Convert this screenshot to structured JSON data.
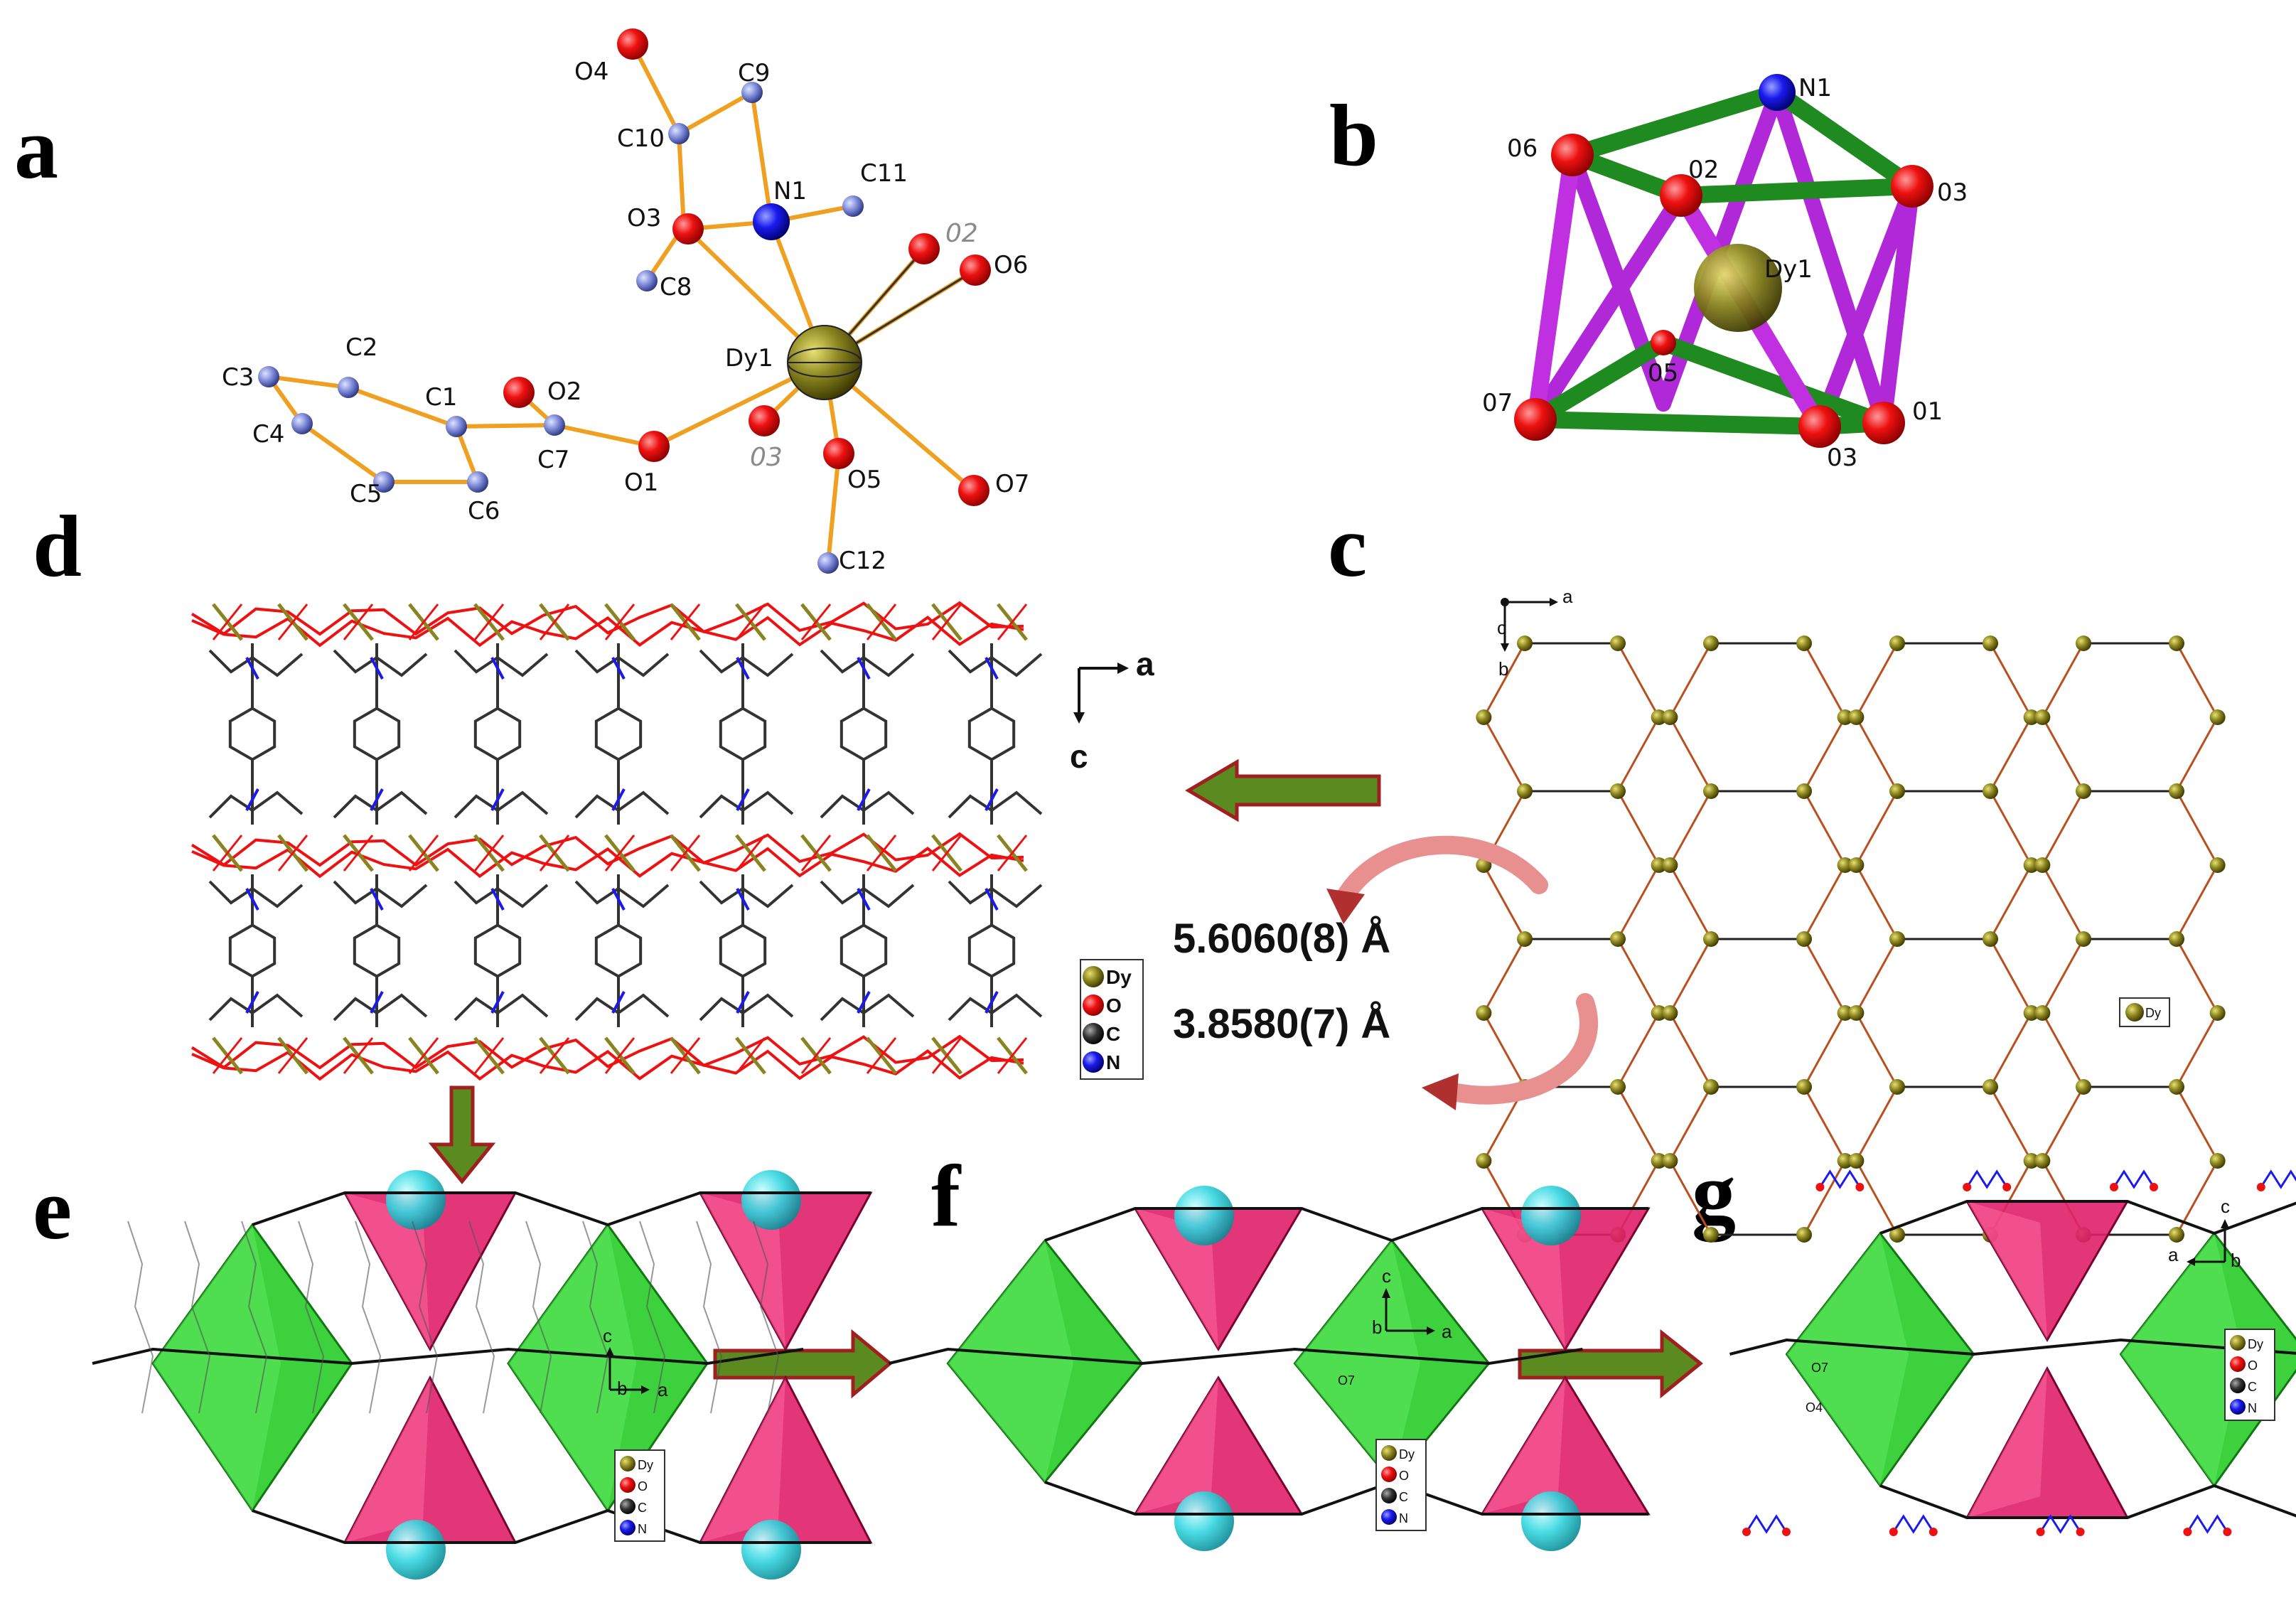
{
  "panels": {
    "a": "a",
    "b": "b",
    "c": "c",
    "d": "d",
    "e": "e",
    "f": "f",
    "g": "g"
  },
  "colors": {
    "dy": "#7a7410",
    "oxygen": "#ee1111",
    "carbon_bond": "#333333",
    "nitrogen": "#1a1aee",
    "bond_orange": "#f0a020",
    "polyhedron_green": "#22cc22",
    "polyhedron_pink": "#e0206a",
    "cyan_sphere": "#35d6e0",
    "arrow_green": "#5a8a20",
    "arrow_edge": "#a02020"
  },
  "panel_a": {
    "labels": {
      "O4": "O4",
      "C9": "C9",
      "C10": "C10",
      "N1": "N1",
      "C11": "C11",
      "O3": "O3",
      "C8": "C8",
      "O2i": "02",
      "O6": "O6",
      "Dy1": "Dy1",
      "C3": "C3",
      "C2": "C2",
      "C1": "C1",
      "O2": "O2",
      "C4": "C4",
      "C7": "C7",
      "O1": "O1",
      "O3i": "03",
      "O5": "O5",
      "O7": "O7",
      "C5": "C5",
      "C6": "C6",
      "C12": "C12"
    }
  },
  "panel_b": {
    "labels": {
      "N1": "N1",
      "O6": "06",
      "O2": "02",
      "O3top": "03",
      "Dy1": "Dy1",
      "O5": "05",
      "O7": "07",
      "O1": "01",
      "O3bot": "03"
    }
  },
  "panel_c": {
    "axis": {
      "a": "a",
      "c": "c",
      "b": "b"
    },
    "legend": "Dy"
  },
  "panel_d": {
    "axis": {
      "a": "a",
      "c": "c"
    },
    "legend": [
      {
        "symbol": "Dy",
        "color": "#8a8420"
      },
      {
        "symbol": "O",
        "color": "#ee1111"
      },
      {
        "symbol": "C",
        "color": "#333333"
      },
      {
        "symbol": "N",
        "color": "#1a1aee"
      }
    ]
  },
  "distances": {
    "d1": "5.6060(8) Å",
    "d2": "3.8580(7) Å"
  },
  "panel_e": {
    "axis": {
      "c": "c",
      "b": "b",
      "a": "a"
    },
    "legend": [
      {
        "symbol": "Dy",
        "color": "#8a8420"
      },
      {
        "symbol": "O",
        "color": "#ee1111"
      },
      {
        "symbol": "C",
        "color": "#333333"
      },
      {
        "symbol": "N",
        "color": "#1a1aee"
      }
    ]
  },
  "panel_f": {
    "axis": {
      "c": "c",
      "b": "b",
      "a": "a"
    },
    "atom_label": "O7",
    "legend": [
      {
        "symbol": "Dy",
        "color": "#8a8420"
      },
      {
        "symbol": "O",
        "color": "#ee1111"
      },
      {
        "symbol": "C",
        "color": "#333333"
      },
      {
        "symbol": "N",
        "color": "#1a1aee"
      }
    ]
  },
  "panel_g": {
    "axis": {
      "c": "c",
      "a": "a",
      "b": "b"
    },
    "atom_labels": {
      "O7": "O7",
      "O4": "O4"
    },
    "legend": [
      {
        "symbol": "Dy",
        "color": "#8a8420"
      },
      {
        "symbol": "O",
        "color": "#ee1111"
      },
      {
        "symbol": "C",
        "color": "#333333"
      },
      {
        "symbol": "N",
        "color": "#1a1aee"
      }
    ]
  }
}
